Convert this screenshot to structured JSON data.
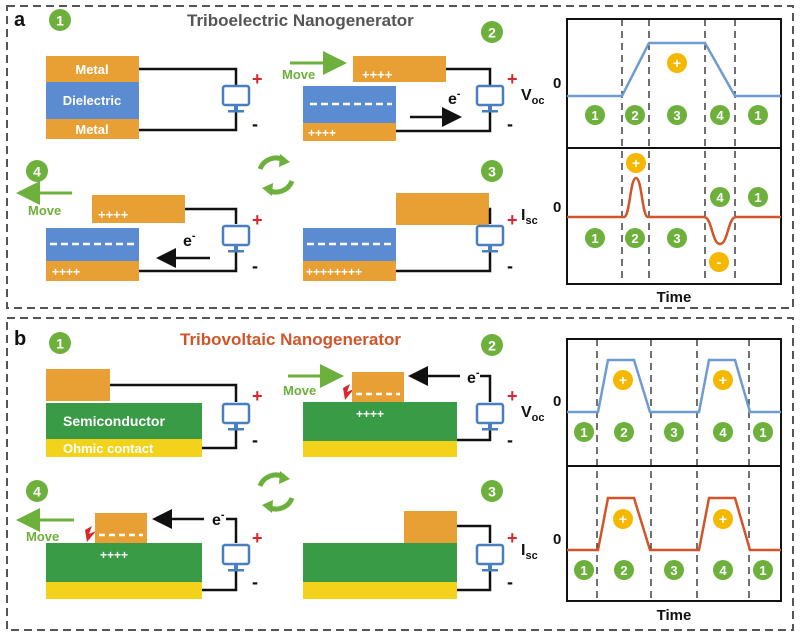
{
  "colors": {
    "metal": "#E8A035",
    "dielectric": "#5B8BD0",
    "semiconductor": "#3A9B47",
    "ohmic": "#F2D21A",
    "green": "#6DB03B",
    "red": "#D9262B",
    "orange_title": "#D2552A",
    "blue_curve": "#6E9BD0",
    "red_curve": "#D2552A",
    "yellow": "#F5B800",
    "gray_title": "#555555"
  },
  "panel_a": {
    "letter": "a",
    "title": "Triboelectric Nanogenerator",
    "step_labels": [
      "1",
      "2",
      "3",
      "4"
    ],
    "metal_label": "Metal",
    "dielectric_label": "Dielectric",
    "plus4": "++++",
    "plus8": "++++++++",
    "move_label": "Move",
    "electron": "e",
    "electron_sup": "-",
    "plus_sign": "+",
    "minus_sign": "-",
    "voc_label": "V",
    "voc_sub": "oc",
    "isc_label": "I",
    "isc_sub": "sc",
    "zero": "0",
    "time_label": "Time",
    "voc_seq": [
      "1",
      "2",
      "3",
      "4",
      "1"
    ],
    "isc_seq_top": [
      "4",
      "1"
    ],
    "isc_seq_bottom": [
      "1",
      "2",
      "3"
    ]
  },
  "panel_b": {
    "letter": "b",
    "title": "Tribovoltaic Nanogenerator",
    "semiconductor_label": "Semiconductor",
    "ohmic_label": "Ohmic contact",
    "plus4": "++++",
    "move_label": "Move",
    "electron": "e",
    "electron_sup": "-",
    "plus_sign": "+",
    "minus_sign": "-",
    "voc_label": "V",
    "voc_sub": "oc",
    "isc_label": "I",
    "isc_sub": "sc",
    "zero": "0",
    "time_label": "Time",
    "seq": [
      "1",
      "2",
      "3",
      "4",
      "1"
    ]
  }
}
